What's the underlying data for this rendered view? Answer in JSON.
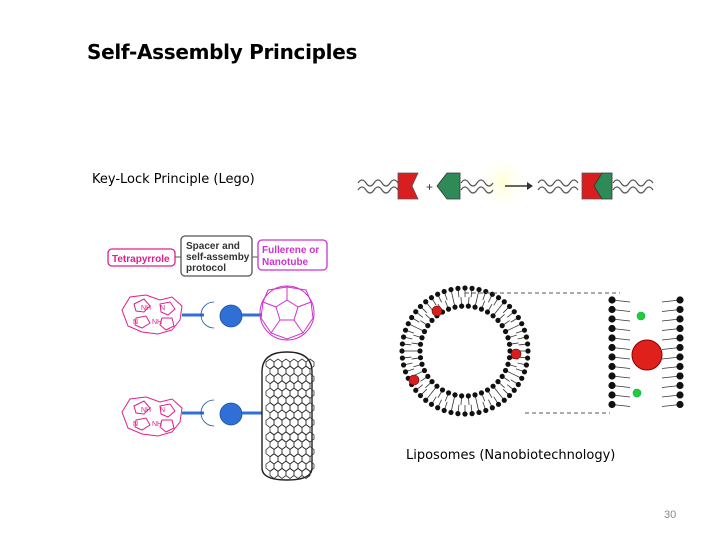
{
  "slide": {
    "title": "Self-Assembly Principles",
    "page_number": "30"
  },
  "keylock": {
    "label": "Key-Lock Principle (Lego)",
    "plus": "+"
  },
  "porphyrin_diagram": {
    "box1": "Tetrapyrrole",
    "box2_lines": [
      "Spacer and",
      "self-assemby",
      "protocol"
    ],
    "box3_lines": [
      "Fullerene or",
      "Nanotube"
    ],
    "nh_label": "NH",
    "n_label": "N"
  },
  "liposome": {
    "label": "Liposomes (Nanobiotechnology)"
  },
  "colors": {
    "red": "#d81e1e",
    "green": "#2e8b57",
    "blue": "#2f6fd6",
    "magenta": "#cc33cc",
    "pink_text": "#e0208a"
  }
}
